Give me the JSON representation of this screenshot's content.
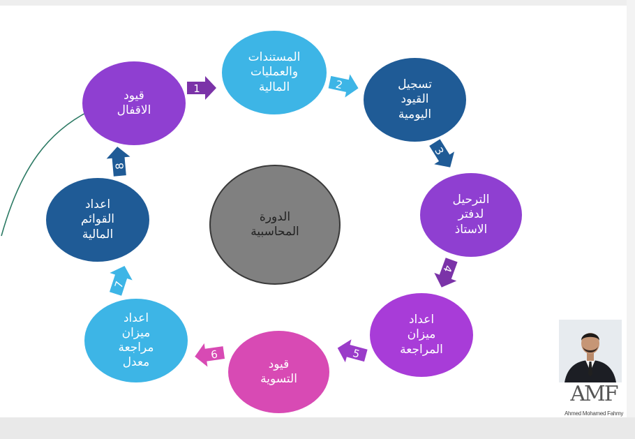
{
  "diagram": {
    "center": "الدورة\nالمحاسبية",
    "steps": [
      {
        "label": "المستندات\nوالعمليات\nالمالية",
        "color": "#3db5e6"
      },
      {
        "label": "تسجيل\nالقيود\nاليومية",
        "color": "#1f5b96"
      },
      {
        "label": "الترحيل\nلدفتر\nالاستاذ",
        "color": "#8f3fd1"
      },
      {
        "label": "اعداد\nميزان\nالمراجعة",
        "color": "#a83cd8"
      },
      {
        "label": "قيود\nالتسوية",
        "color": "#d84ab4"
      },
      {
        "label": "اعداد\nميزان\nمراجعة\nمعدل",
        "color": "#3db5e6"
      },
      {
        "label": "اعداد\nالقوائم\nالمالية",
        "color": "#1f5b96"
      },
      {
        "label": "قيود\nالاقفال",
        "color": "#8f3fd1"
      }
    ],
    "arrows": [
      {
        "number": "1",
        "color": "#7b33a8"
      },
      {
        "number": "2",
        "color": "#3db5e6"
      },
      {
        "number": "3",
        "color": "#1f5b96"
      },
      {
        "number": "4",
        "color": "#7b33a8"
      },
      {
        "number": "5",
        "color": "#9a3cc9"
      },
      {
        "number": "6",
        "color": "#d84ab4"
      },
      {
        "number": "7",
        "color": "#3db5e6"
      },
      {
        "number": "8",
        "color": "#1f5b96"
      }
    ]
  },
  "branding": {
    "logo_mark": "AMF",
    "name": "Ahmed Mohamed Fahmy"
  }
}
